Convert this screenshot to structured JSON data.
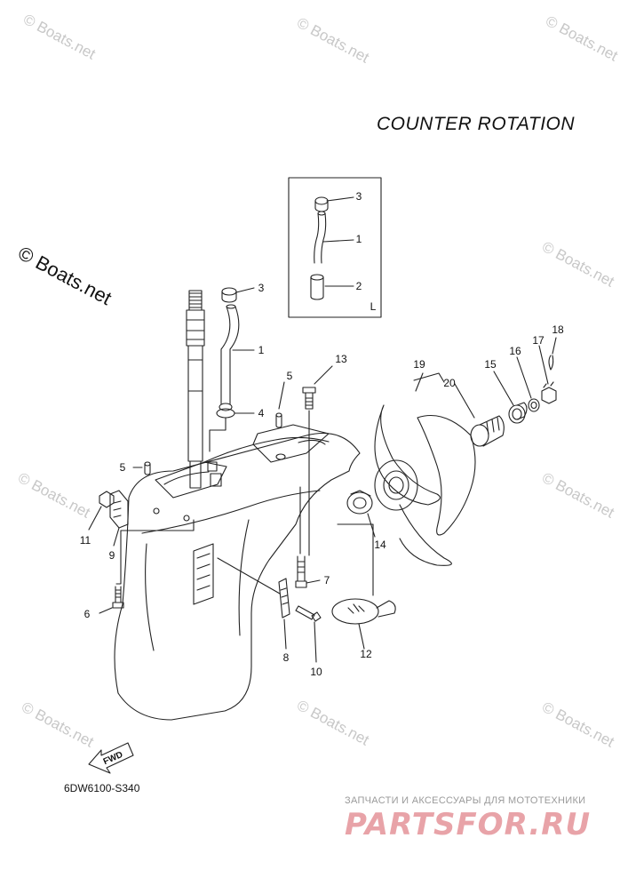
{
  "title": "COUNTER  ROTATION",
  "diagram_code": "6DW6100-S340",
  "fwd_label": "FWD",
  "watermark_primary": "© Boats.net",
  "watermark_faint": "© Boats.net",
  "inset_tag": "L",
  "footer": {
    "tagline": "ЗАПЧАСТИ И АКСЕССУАРЫ ДЛЯ МОТОТЕХНИКИ",
    "logo": "PARTSFOR.RU"
  },
  "callouts": {
    "c1": "1",
    "c2": "1",
    "c3": "2",
    "c4": "3",
    "c5": "3",
    "c6": "4",
    "c7": "5",
    "c8": "5",
    "c9": "6",
    "c10": "7",
    "c11": "8",
    "c12": "9",
    "c13": "10",
    "c14": "11",
    "c15": "12",
    "c16": "13",
    "c17": "14",
    "c18": "15",
    "c19": "16",
    "c20": "17",
    "c21": "18",
    "c22": "19",
    "c23": "20"
  }
}
